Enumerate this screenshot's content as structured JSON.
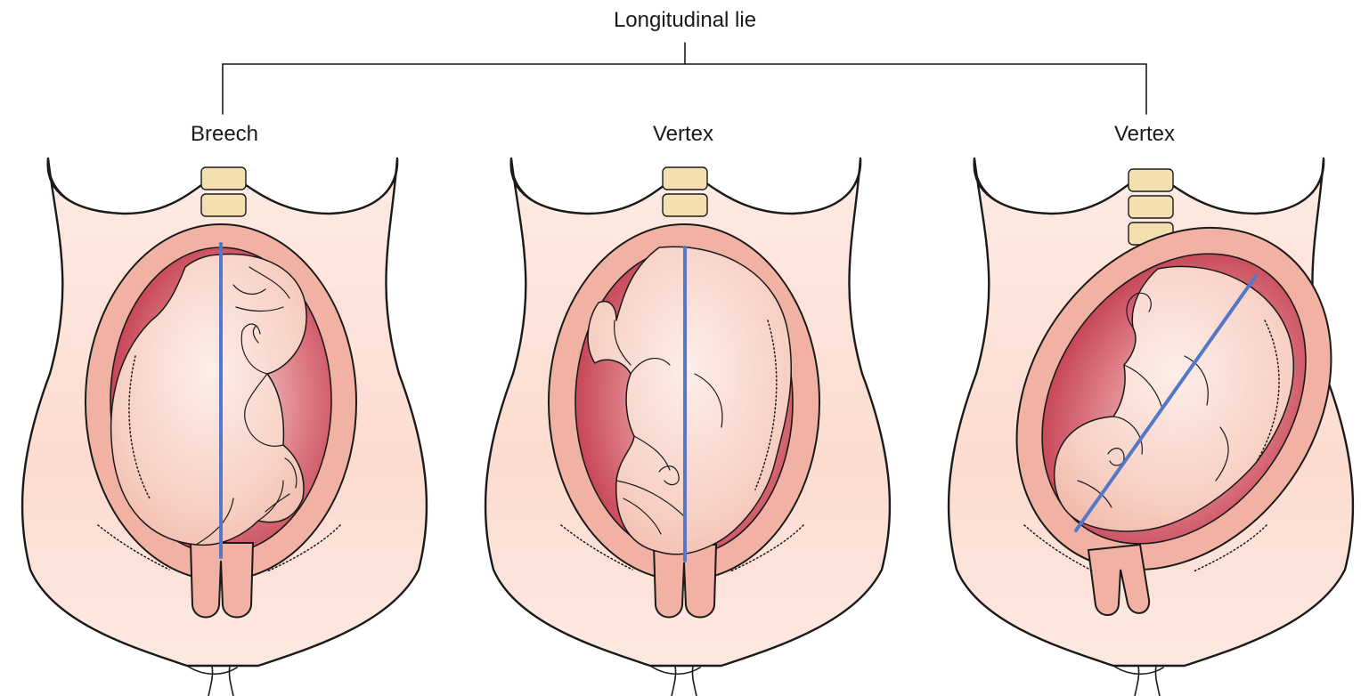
{
  "diagram": {
    "root_label": "Longitudinal lie",
    "panels": [
      {
        "label": "Breech"
      },
      {
        "label": "Vertex"
      },
      {
        "label": "Vertex"
      }
    ]
  },
  "colors": {
    "skin": "#fde4da",
    "uterus_wall": "#f2b2a3",
    "cavity": "#c94a5a",
    "fetus": "#f7cfc2",
    "vertebra": "#f3dfb0",
    "axis_line": "#5577c8",
    "outline": "#1a1a1a"
  }
}
